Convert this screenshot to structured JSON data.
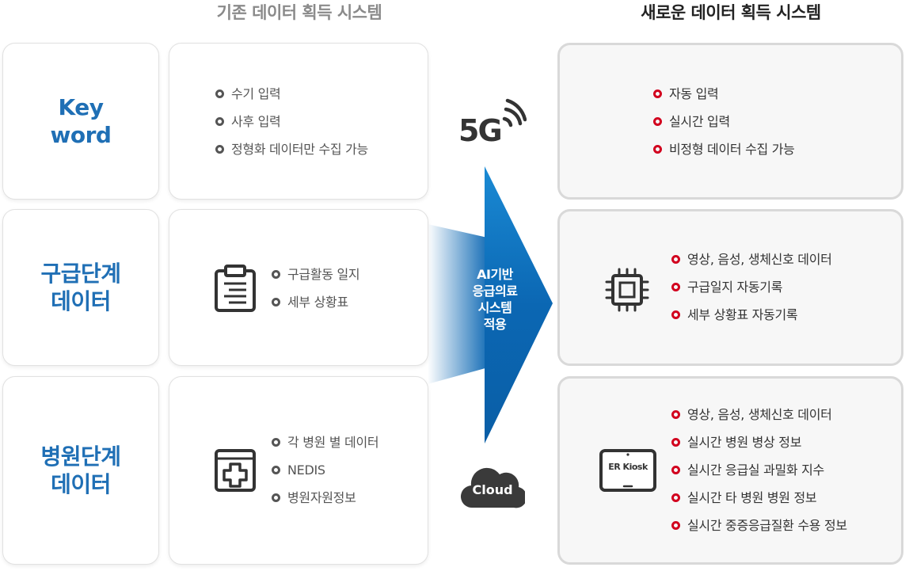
{
  "headings": {
    "old": "기존 데이터 획득 시스템",
    "new": "새로운 데이터 획득 시스템"
  },
  "rows": [
    {
      "label": [
        "Key",
        "word"
      ],
      "old_items": [
        "수기 입력",
        "사후 입력",
        "정형화 데이터만 수집 가능"
      ],
      "new_items": [
        "자동 입력",
        "실시간 입력",
        "비정형 데이터 수집 가능"
      ]
    },
    {
      "label": [
        "구급단계",
        "데이터"
      ],
      "old_icon": "clipboard-icon",
      "old_items": [
        "구급활동 일지",
        "세부 상황표"
      ],
      "new_icon": "chip-icon",
      "new_items": [
        "영상, 음성, 생체신호 데이터",
        "구급일지 자동기록",
        "세부 상황표 자동기록"
      ]
    },
    {
      "label": [
        "병원단계",
        "데이터"
      ],
      "old_icon": "hospital-kit-icon",
      "old_items": [
        "각 병원 별 데이터",
        "NEDIS",
        "병원자원정보"
      ],
      "new_icon": "tablet-icon",
      "new_icon_label": "ER Kiosk",
      "new_items": [
        "영상, 음성, 생체신호 데이터",
        "실시간 병원 병상 정보",
        "실시간 응급실 과밀화 지수",
        "실시간 타 병원 병원 정보",
        "실시간 중증응급질환 수용 정보"
      ]
    }
  ],
  "center": {
    "fiveg": "5G",
    "cloud": "Cloud",
    "arrow_text": [
      "AI기반",
      "응급의료",
      "시스템",
      "적용"
    ]
  },
  "colors": {
    "label_blue": "#1f6fb5",
    "bullet_red": "#d2001e",
    "arrow_blue": "#0b67b3"
  }
}
